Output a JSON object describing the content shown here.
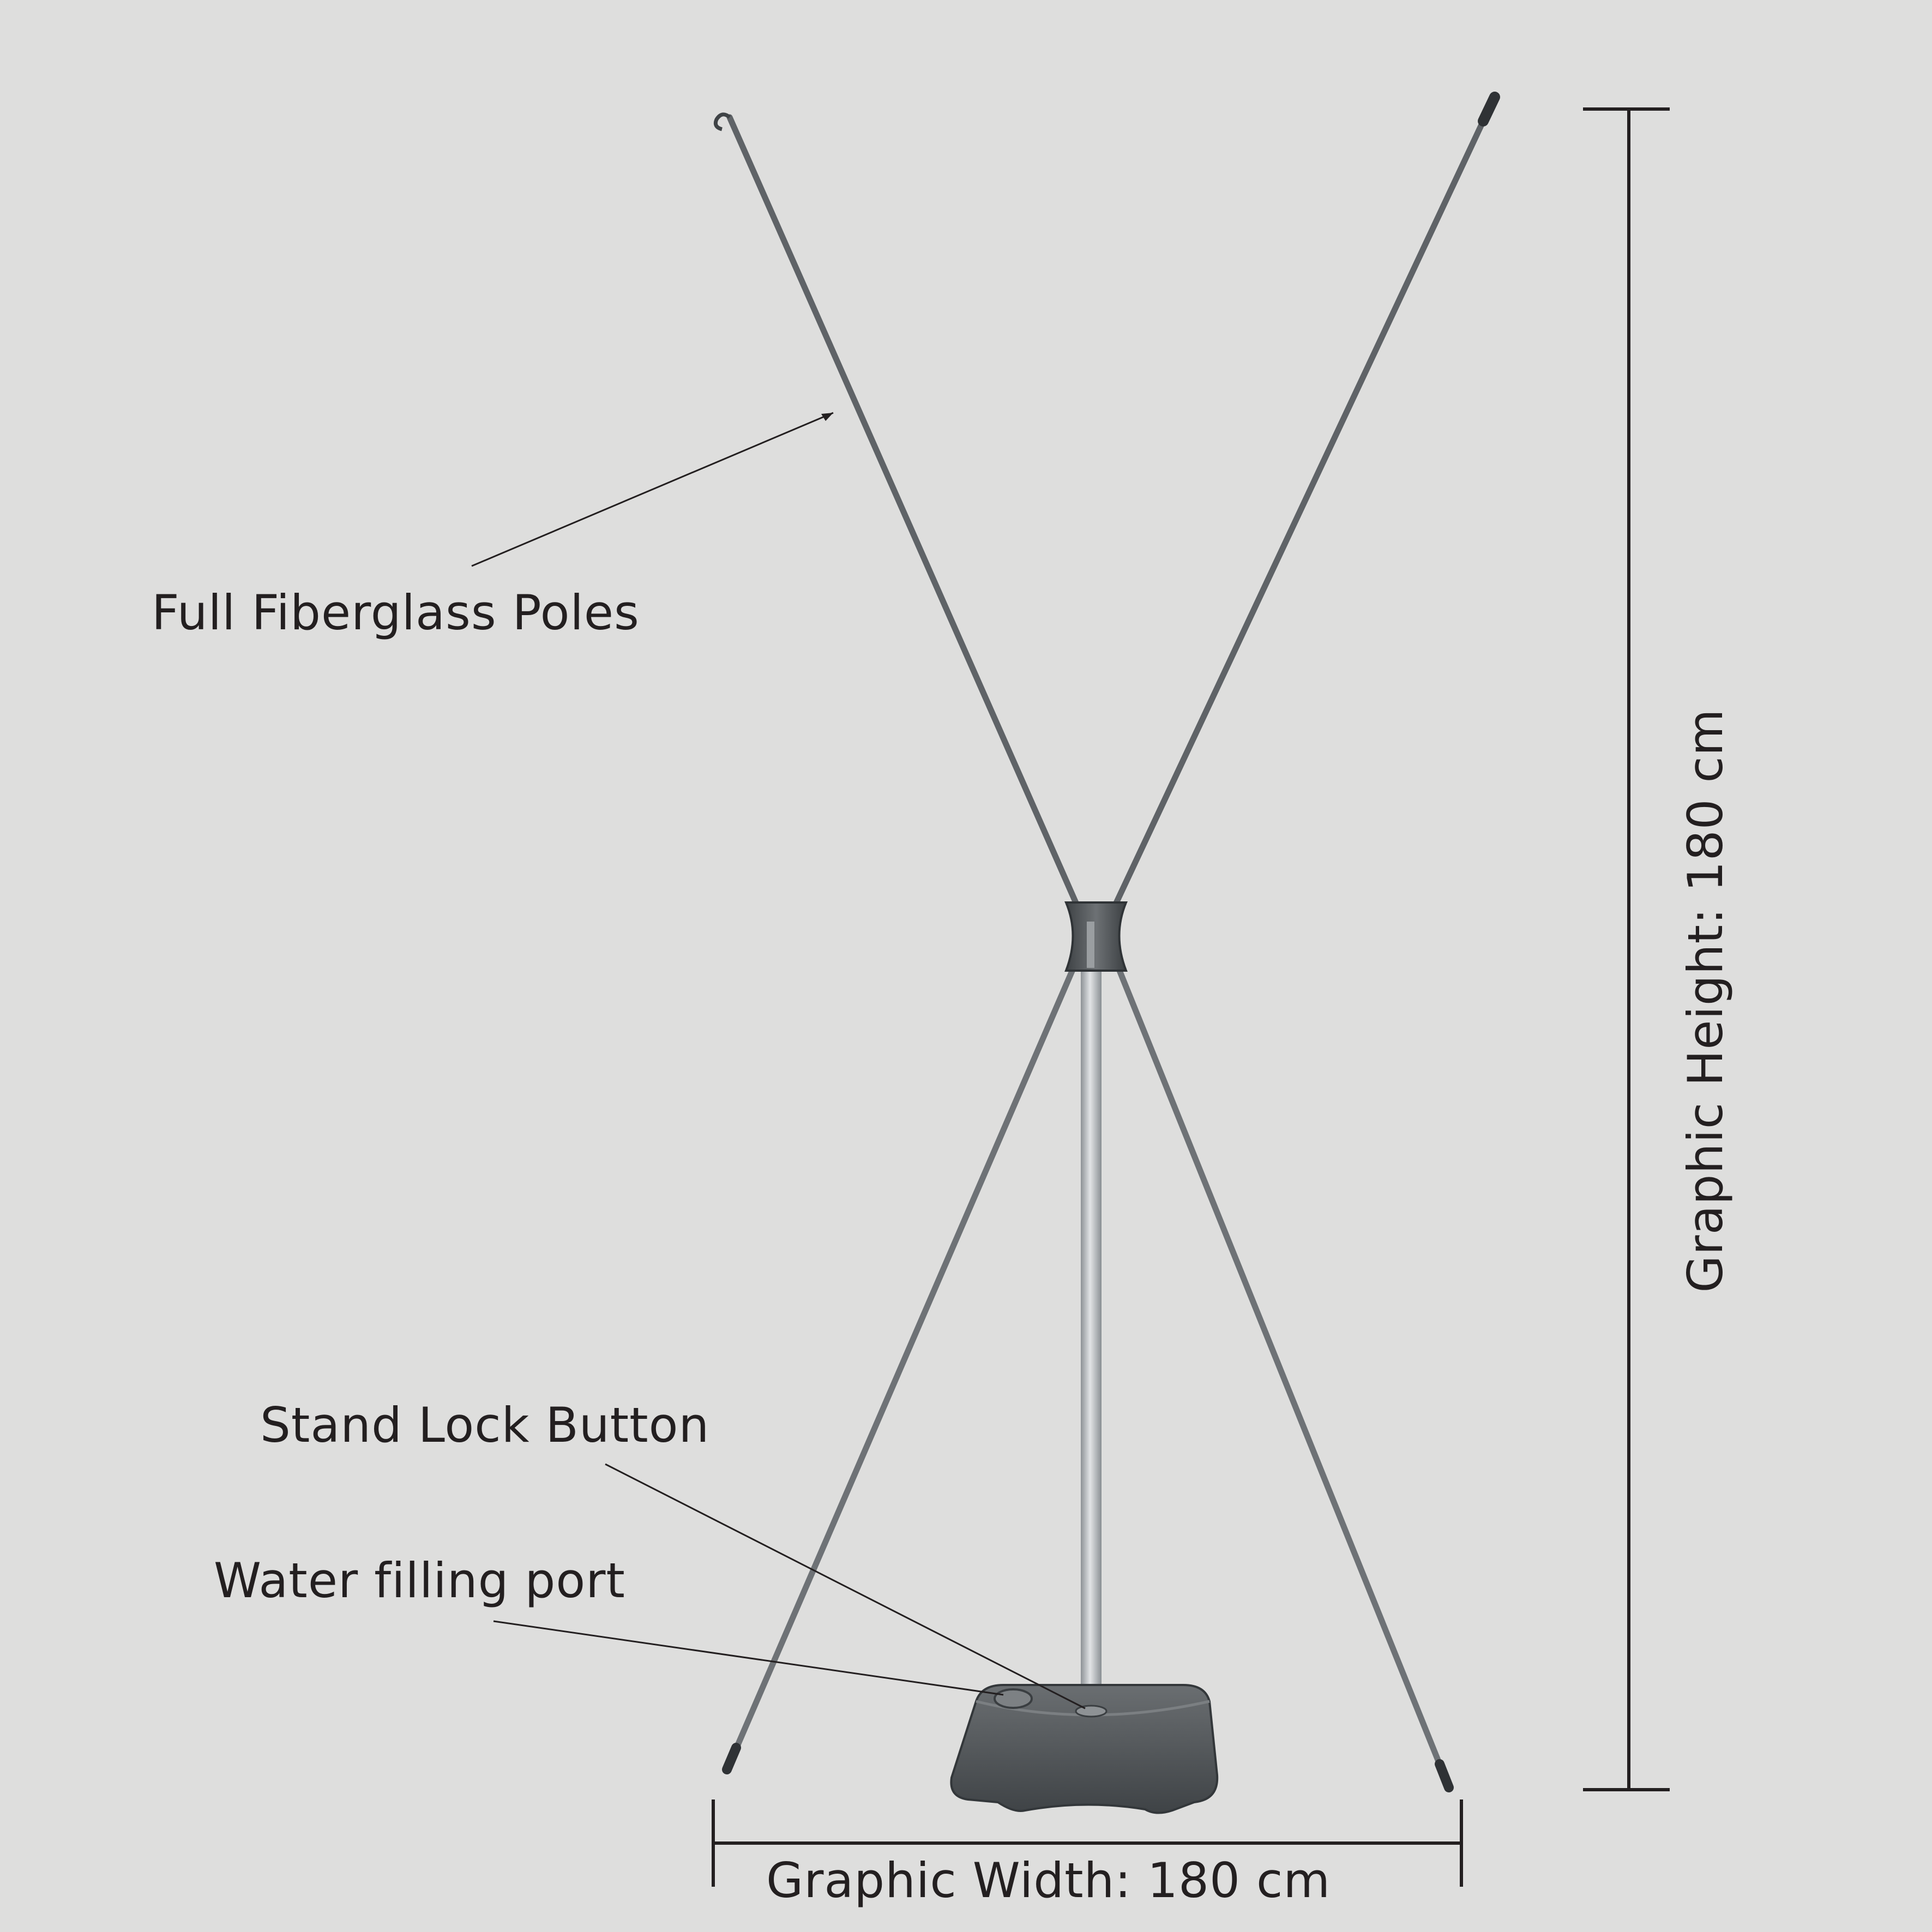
{
  "labels": {
    "poles": "Full Fiberglass Poles",
    "lock_button": "Stand Lock Button",
    "water_port": "Water filling port",
    "width": "Graphic Width: 180 cm",
    "height": "Graphic Height: 180 cm"
  },
  "colors": {
    "background": "#dededd",
    "text": "#231f20",
    "pole": "#6e7276",
    "pole_dark": "#4a4e52",
    "base": "#55595c",
    "center_pole": "#b5b9bd"
  }
}
